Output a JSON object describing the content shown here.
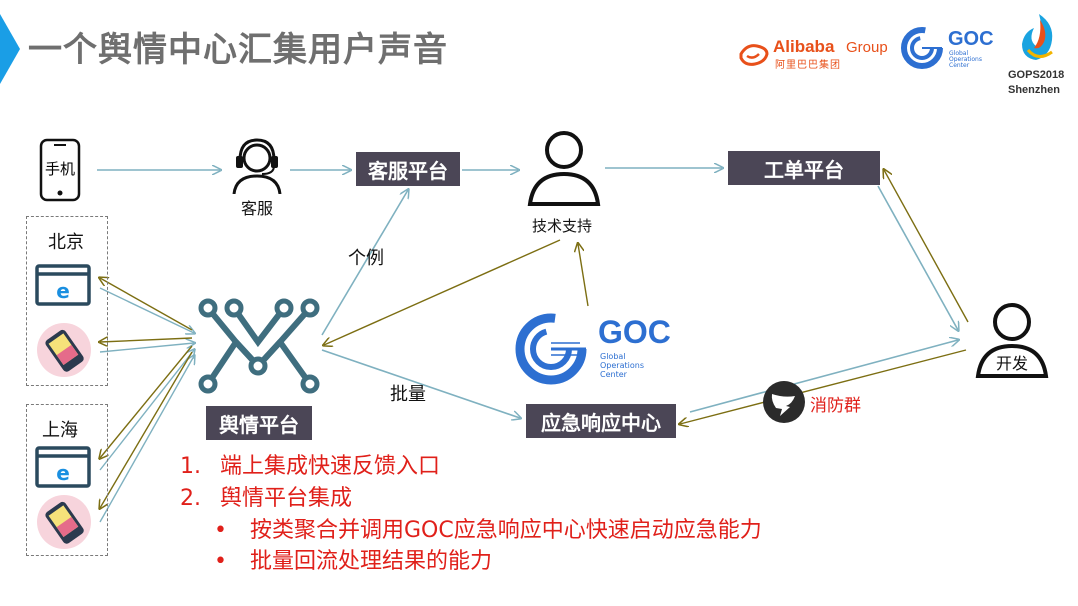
{
  "slide": {
    "title": "一个舆情中心汇集用户声音"
  },
  "logos": {
    "alibaba_text": "Alibaba",
    "group_text": "Group",
    "alibaba_cn": "阿里巴巴集团",
    "goc_text": "GOC",
    "goc_sub": [
      "Global",
      "Operations",
      "Center"
    ],
    "gops_line1": "GOPS2018",
    "gops_line2": "Shenzhen"
  },
  "nodes": {
    "phone": "手机",
    "kefu": "客服",
    "kefu_platform": "客服平台",
    "tech_support": "技术支持",
    "ticket_platform": "工单平台",
    "beijing": "北京",
    "shanghai": "上海",
    "yuqing_platform": "舆情平台",
    "case_label": "个例",
    "batch_label": "批量",
    "goc_center_text": "GOC",
    "goc_center_sub": [
      "Global",
      "Operations",
      "Center"
    ],
    "emergency_center": "应急响应中心",
    "fire_group": "消防群",
    "developer": "开发"
  },
  "notes": {
    "items": [
      {
        "num": "1.",
        "text": "端上集成快速反馈入口"
      },
      {
        "num": "2.",
        "text": "舆情平台集成"
      }
    ],
    "subitems": [
      "按类聚合并调用GOC应急响应中心快速启动应急能力",
      "批量回流处理结果的能力"
    ]
  },
  "colors": {
    "arrow_blue": "#7fb1c0",
    "arrow_olive": "#7c6e12",
    "label_bg": "#4b4656",
    "note_red": "#e0201a",
    "network_teal": "#3f6e7f",
    "goc_blue": "#2d6fd1"
  }
}
